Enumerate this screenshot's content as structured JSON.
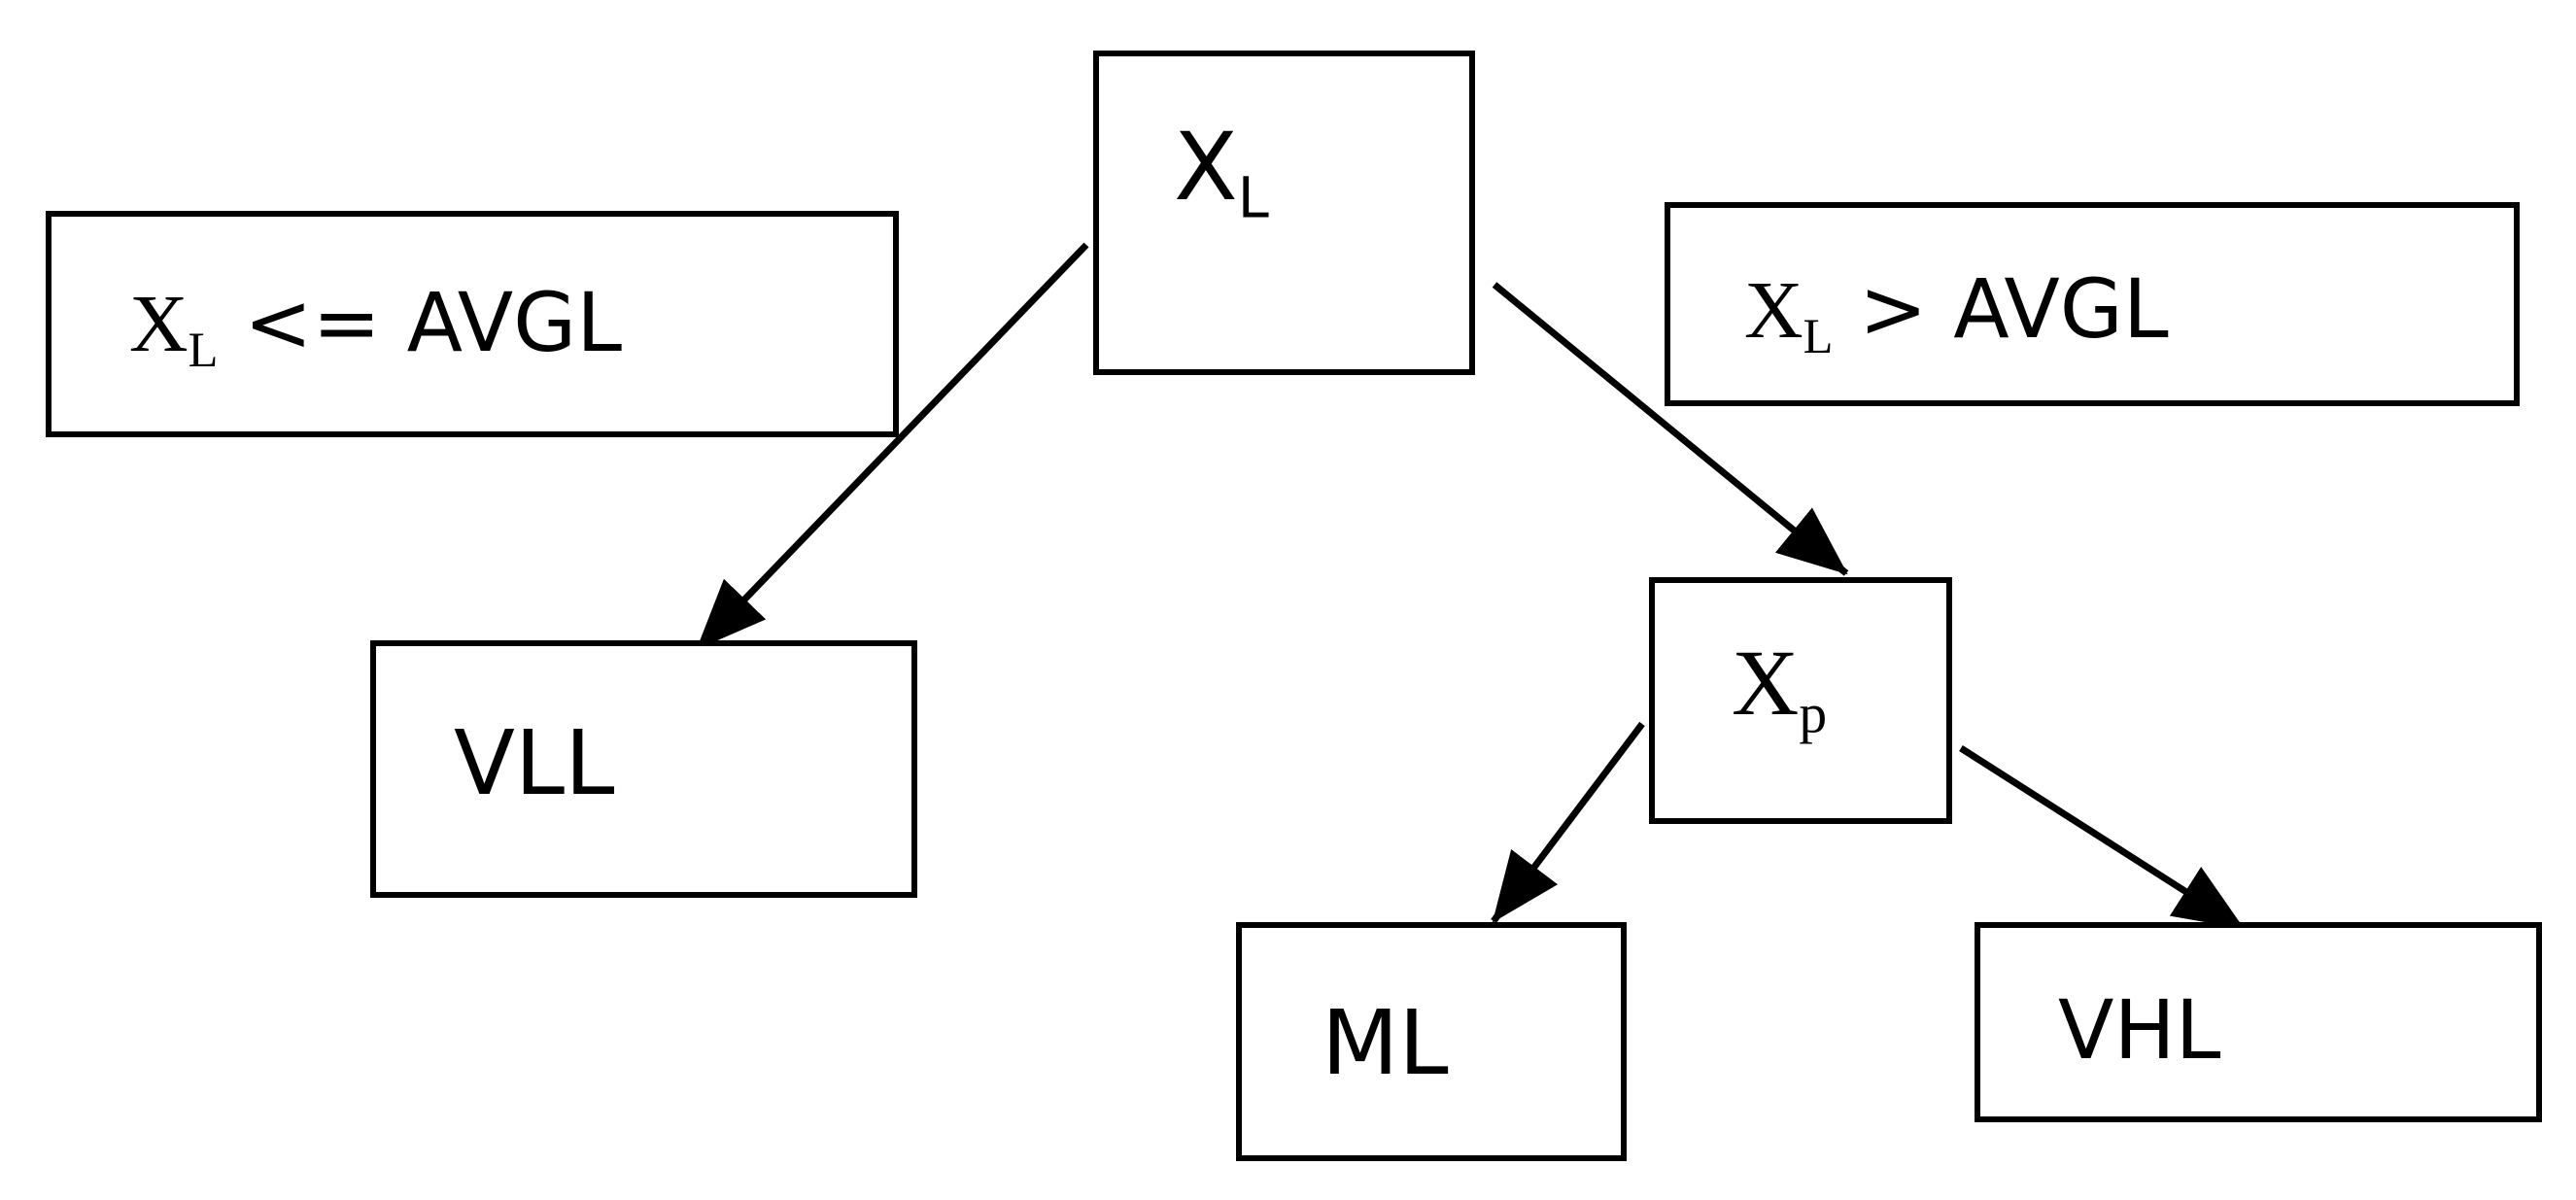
{
  "nodes": {
    "root": {
      "base": "X",
      "sub": "L"
    },
    "xp": {
      "base": "X",
      "sub": "p"
    },
    "vll": {
      "label": "VLL"
    },
    "ml": {
      "label": "ML"
    },
    "vhl": {
      "label": "VHL"
    }
  },
  "conditions": {
    "left": {
      "base": "X",
      "sub": "L",
      "rest": " <= AVGL"
    },
    "right": {
      "base": "X",
      "sub": "L",
      "rest": " > AVGL"
    }
  },
  "colors": {
    "stroke": "#000000",
    "background": "#ffffff"
  }
}
